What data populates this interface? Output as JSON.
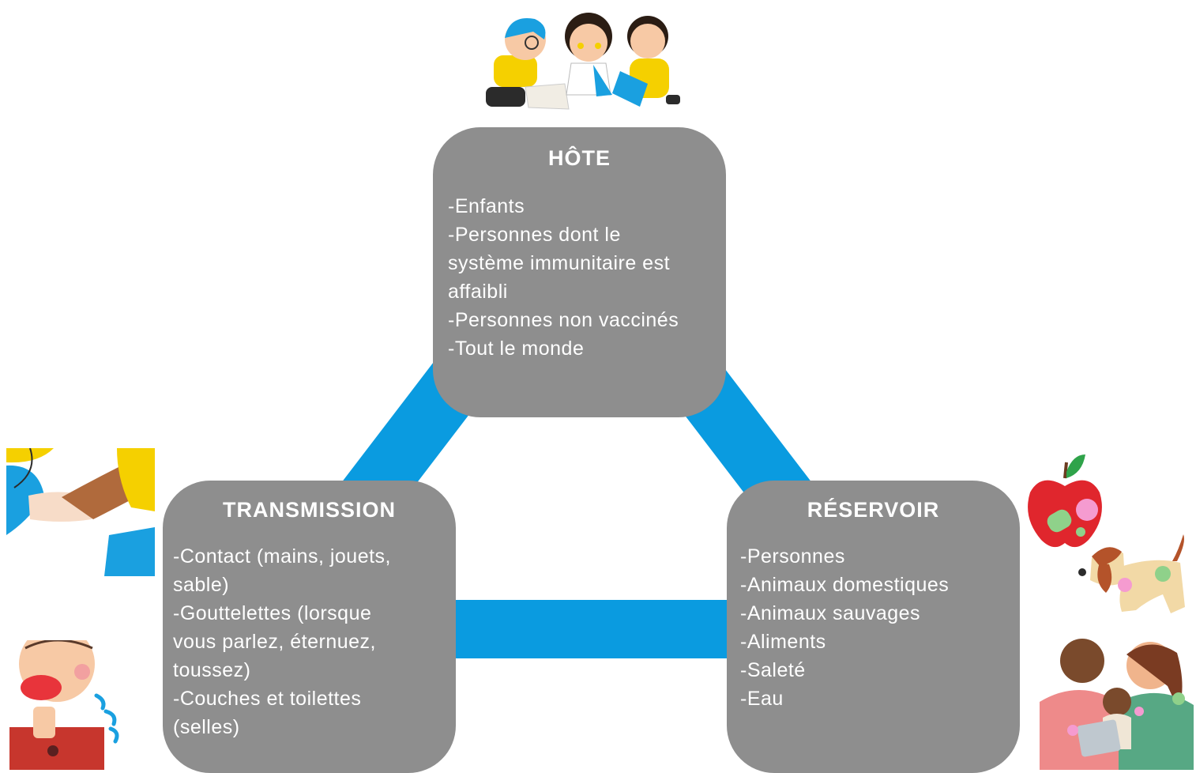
{
  "colors": {
    "connector": "#0a9be0",
    "box": "#8e8e8e",
    "text": "#ffffff"
  },
  "host": {
    "title": "HÔTE",
    "lines": [
      "-Enfants",
      "-Personnes dont le",
      "système immunitaire est",
      "affaibli",
      "-Personnes non vaccinés",
      "-Tout le monde"
    ]
  },
  "transmission": {
    "title": "TRANSMISSION",
    "lines": [
      "-Contact (mains, jouets,",
      "sable)",
      "-Gouttelettes (lorsque",
      "vous parlez, éternuez,",
      "toussez)",
      "-Couches et toilettes",
      "(selles)"
    ]
  },
  "reservoir": {
    "title": "RÉSERVOIR",
    "lines": [
      "-Personnes",
      "-Animaux domestiques",
      "-Animaux sauvages",
      "-Aliments",
      "-Saleté",
      "-Eau"
    ]
  },
  "illustrations": [
    "children-illustration",
    "holding-hands-illustration",
    "sneezing-child-illustration",
    "apple-germs-illustration",
    "dog-germs-illustration",
    "family-germs-illustration"
  ]
}
